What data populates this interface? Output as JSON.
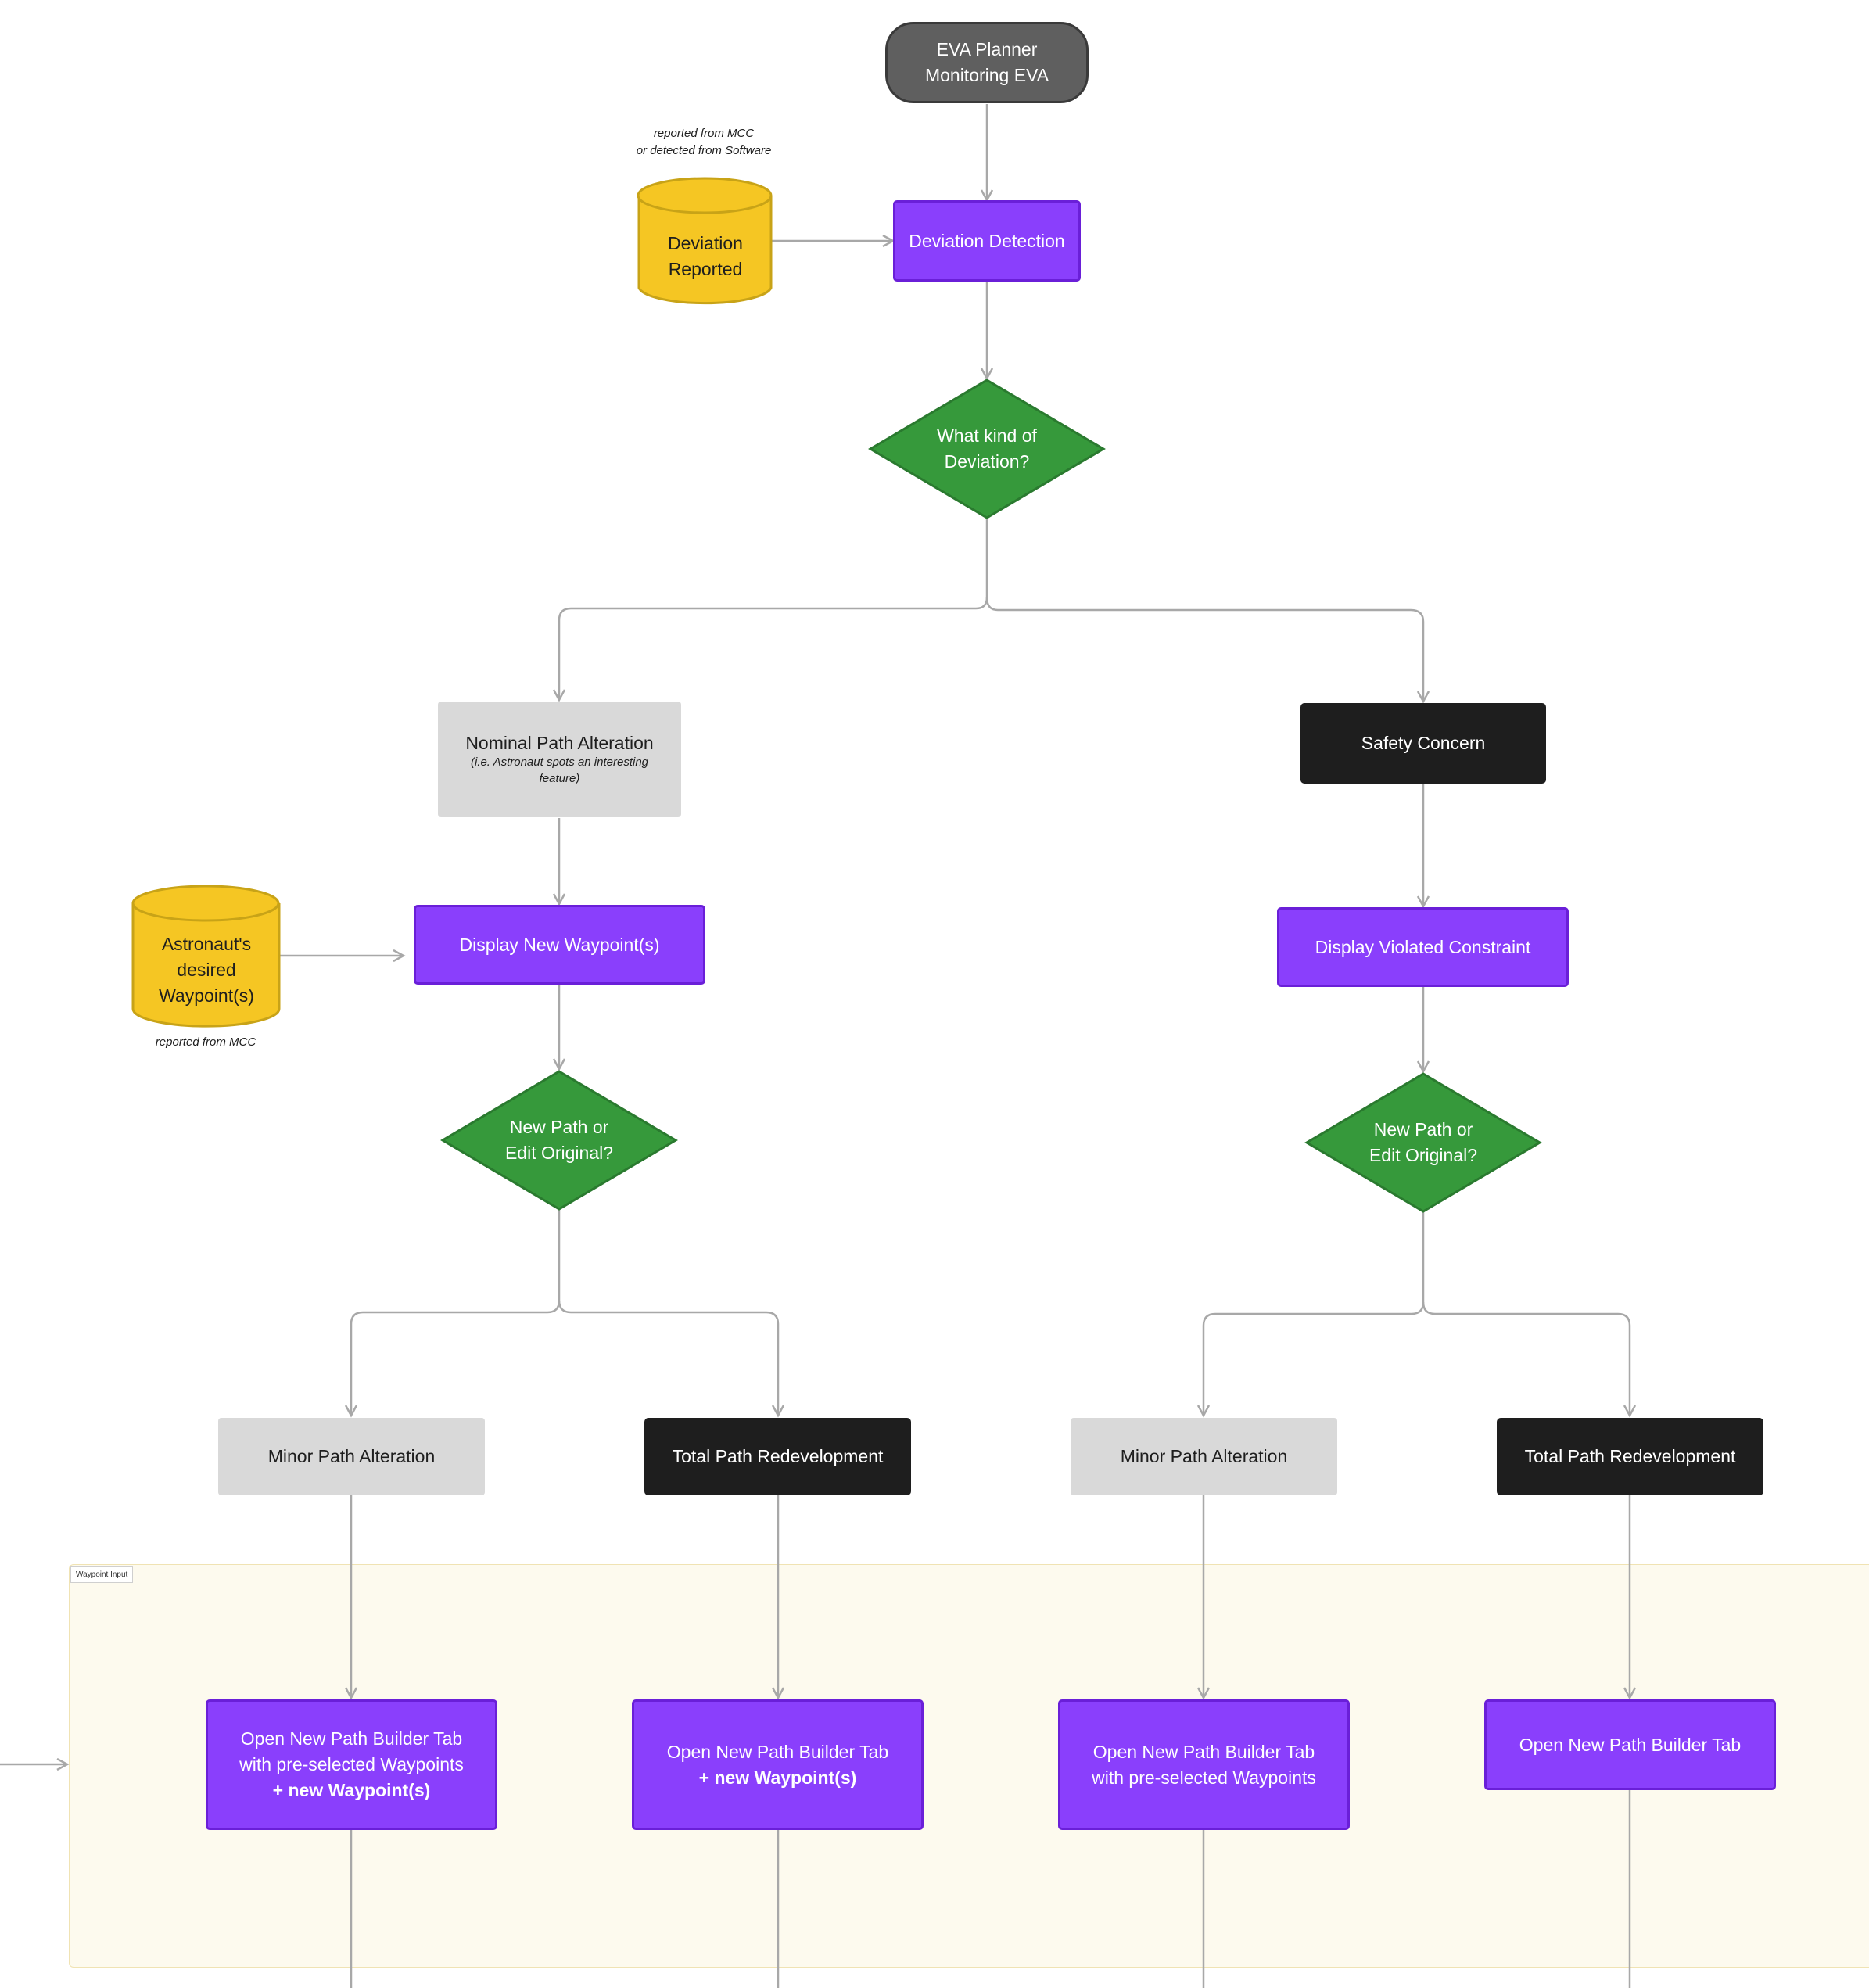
{
  "frame": {
    "label": "Waypoint Input"
  },
  "notes": {
    "deviation_source_line1": "reported from MCC",
    "deviation_source_line2": "or detected from Software",
    "waypoint_source": "reported from MCC"
  },
  "nodes": {
    "start": {
      "line1": "EVA Planner",
      "line2": "Monitoring EVA"
    },
    "deviation_reported": {
      "line1": "Deviation",
      "line2": "Reported"
    },
    "deviation_detection": {
      "label": "Deviation Detection"
    },
    "what_kind": {
      "line1": "What kind of",
      "line2": "Deviation?"
    },
    "nominal": {
      "label": "Nominal Path Alteration",
      "sub": "(i.e. Astronaut spots an interesting feature)"
    },
    "safety": {
      "label": "Safety Concern"
    },
    "astronaut_waypoints": {
      "line1": "Astronaut's",
      "line2": "desired",
      "line3": "Waypoint(s)"
    },
    "display_new_waypoints": {
      "label": "Display New Waypoint(s)"
    },
    "display_violated": {
      "label": "Display Violated Constraint"
    },
    "left_decision": {
      "line1": "New Path or",
      "line2": "Edit Original?"
    },
    "right_decision": {
      "line1": "New Path or",
      "line2": "Edit Original?"
    },
    "minor_left": {
      "label": "Minor Path Alteration"
    },
    "total_left": {
      "label": "Total Path Redevelopment"
    },
    "minor_right": {
      "label": "Minor Path Alteration"
    },
    "total_right": {
      "label": "Total Path Redevelopment"
    },
    "open1": {
      "line1": "Open New Path Builder Tab",
      "line2": "with pre-selected Waypoints",
      "line3": "+ new Waypoint(s)"
    },
    "open2": {
      "line1": "Open New Path Builder Tab",
      "line2": "+ new Waypoint(s)"
    },
    "open3": {
      "line1": "Open New Path Builder Tab",
      "line2": "with pre-selected Waypoints"
    },
    "open4": {
      "label": "Open New Path Builder Tab"
    }
  },
  "colors": {
    "process": "#8a3ffc",
    "decision": "#36993b",
    "datastore": "#f5c623",
    "terminal": "#5f5f5f",
    "dark_box": "#1e1e1e",
    "light_box": "#d9d9d9",
    "frame_fill": "#fdfaee",
    "connector": "#a8a8a8"
  }
}
